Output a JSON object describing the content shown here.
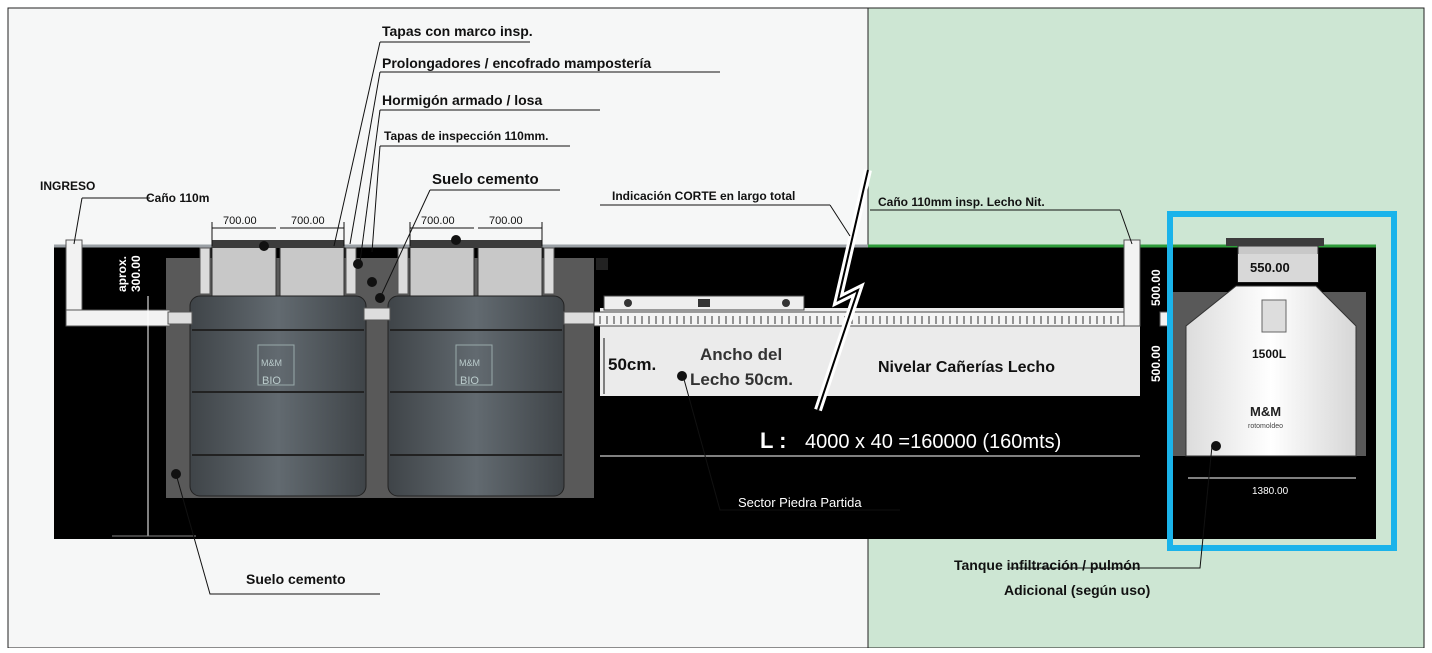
{
  "labels": {
    "tapas_marco": "Tapas con marco insp.",
    "prolongadores": "Prolongadores / encofrado mampostería",
    "hormigon": "Hormigón armado / losa",
    "tapas_inspeccion": "Tapas de inspección 110mm.",
    "suelo_cemento_top": "Suelo cemento",
    "ingreso": "INGRESO",
    "cano_ingreso": "Caño 110m",
    "indicacion_corte": "Indicación CORTE en largo total",
    "cano_lecho": "Caño 110mm insp. Lecho Nit.",
    "suelo_cemento_bottom": "Suelo cemento",
    "sector_piedra": "Sector Piedra Partida",
    "tanque_infiltracion": "Tanque infiltración / pulmón",
    "adicional": "Adicional (según uso)",
    "ancho_lecho_1": "Ancho del",
    "ancho_lecho_2": "Lecho 50cm.",
    "cm50": "50cm.",
    "nivelar": "Nivelar Cañerías Lecho",
    "length_prefix": "L :",
    "length_formula": "4000 x 40 =160000 (160mts)",
    "tank_capacity": "1500L",
    "brand": "M&M",
    "brand_sub": "rotomoldeo",
    "brand_bio": "BIO"
  },
  "dimensions": {
    "lid_1": "700.00",
    "lid_2": "700.00",
    "lid_3": "700.00",
    "lid_4": "700.00",
    "aprox": "aprox.",
    "depth": "300.00",
    "right_lid": "550.00",
    "right_height_1": "500.00",
    "right_height_2": "500.00",
    "tank_width": "1380.00"
  },
  "colors": {
    "ground": "#000000",
    "right_zone": "#cde6d3",
    "highlight_frame": "#1ab3ea",
    "grass_line": "#2e9b3a",
    "tank": "#4f555a",
    "bed": "#ebebeb"
  }
}
